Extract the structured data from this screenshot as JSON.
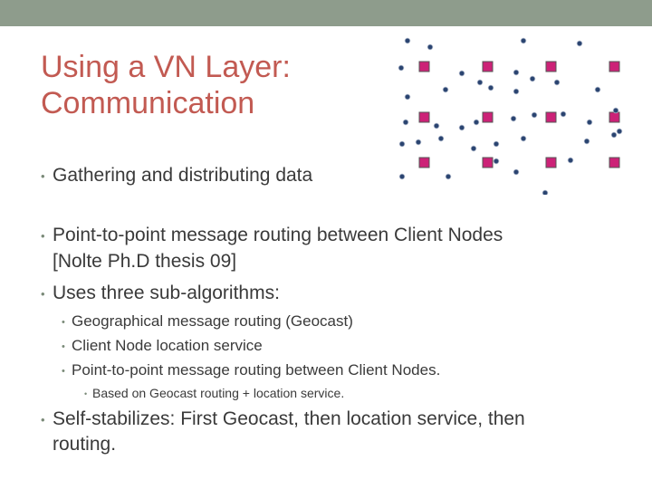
{
  "slide": {
    "title_line1": "Using a VN Layer:",
    "title_line2": "Communication",
    "bullets": {
      "b1": "Gathering and distributing data",
      "b2_line1": "Point-to-point message routing between Client Nodes",
      "b2_line2": "[Nolte Ph.D thesis 09]",
      "b3": "Uses three sub-algorithms:",
      "b3_1": "Geographical message routing (Geocast)",
      "b3_2": "Client Node location service",
      "b3_3": "Point-to-point message routing between Client Nodes.",
      "b3_3_1": "Based on Geocast routing + location service.",
      "b4_line1": "Self-stabilizes:  First Geocast, then location service, then",
      "b4_line2": "routing."
    },
    "bullet_char": "•"
  },
  "colors": {
    "title": "#c25a52",
    "top_bar": "#8e9c8c",
    "square_fill": "#cc2277",
    "node_fill": "#2a4470"
  }
}
